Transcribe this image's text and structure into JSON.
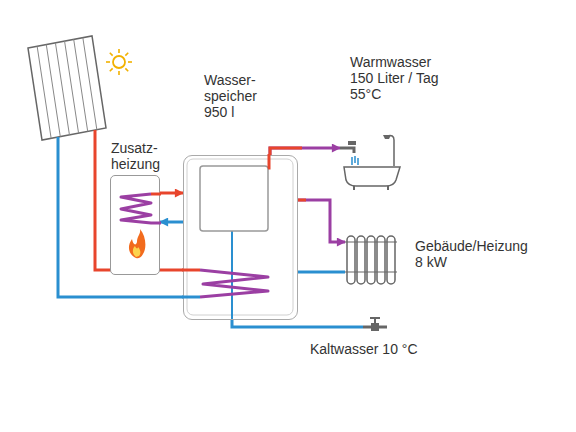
{
  "diagram": {
    "nodes": [
      {
        "text": [
          "Zusatz- heizung"
        ]
      },
      {
        "text": [
          "Wasser- speicher 950 l"
        ]
      },
      {
        "text": [
          "Warmwasser 150 Liter / Tag 55°C"
        ]
      },
      {
        "text": [
          "Gebäude/Heizung 8 kW"
        ]
      },
      {
        "text": [
          "Kaltwasser 10 °C"
        ]
      }
    ],
    "edges": [
      {
        "from": 0,
        "to": 1,
        "arrow": "to"
      },
      {
        "from": 1,
        "to": 0,
        "arrow": "to"
      },
      {
        "from": 1,
        "to": 2,
        "arrow": "to"
      },
      {
        "from": 1,
        "to": 3,
        "arrow": "to"
      },
      {
        "from": 3,
        "to": 1,
        "arrow": "none"
      },
      {
        "from": 4,
        "to": 1,
        "arrow": "none"
      }
    ]
  }
}
